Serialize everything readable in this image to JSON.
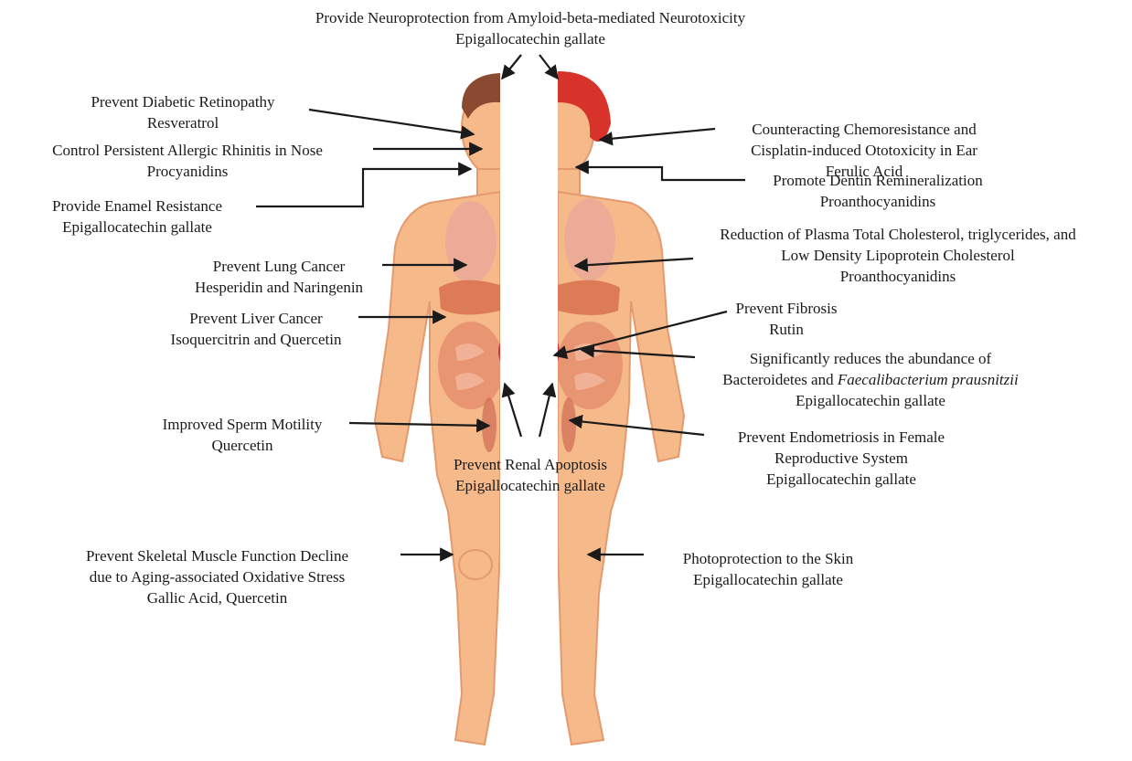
{
  "colors": {
    "skin": "#f5b98a",
    "skin_shade": "#e89a6a",
    "male_hair": "#8a4a32",
    "female_hair": "#d8332a",
    "organ_lung": "#e8a79a",
    "organ_gut": "#e58f6c",
    "kidney": "#d6323a",
    "arrow": "#1a1a1a"
  },
  "labels": {
    "neuro": {
      "effect": "Provide Neuroprotection from Amyloid-beta-mediated Neurotoxicity",
      "compound": "Epigallocatechin gallate"
    },
    "retinopathy": {
      "effect": "Prevent Diabetic Retinopathy",
      "compound": "Resveratrol"
    },
    "rhinitis": {
      "effect": "Control Persistent Allergic Rhinitis in Nose",
      "compound": "Procyanidins"
    },
    "enamel": {
      "effect": "Provide Enamel Resistance",
      "compound": "Epigallocatechin gallate"
    },
    "lung": {
      "effect": "Prevent Lung Cancer",
      "compound": "Hesperidin and Naringenin"
    },
    "liver": {
      "effect": "Prevent Liver Cancer",
      "compound": "Isoquercitrin and Quercetin"
    },
    "sperm": {
      "effect": "Improved Sperm Motility",
      "compound": "Quercetin"
    },
    "renal": {
      "effect": "Prevent Renal Apoptosis",
      "compound": "Epigallocatechin gallate"
    },
    "muscle": {
      "line1": "Prevent Skeletal Muscle Function Decline",
      "line2": "due to Aging-associated Oxidative Stress",
      "compound": "Gallic Acid, Quercetin"
    },
    "ear": {
      "line1": "Counteracting Chemoresistance and",
      "line2": "Cisplatin-induced Ototoxicity in Ear",
      "compound": "Ferulic Acid"
    },
    "dentin": {
      "effect": "Promote Dentin Remineralization",
      "compound": "Proanthocyanidins"
    },
    "cholesterol": {
      "line1": "Reduction of Plasma Total Cholesterol, triglycerides, and",
      "line2": "Low Density Lipoprotein Cholesterol",
      "compound": "Proanthocyanidins"
    },
    "fibrosis": {
      "effect": "Prevent Fibrosis",
      "compound": "Rutin"
    },
    "bacteroidetes": {
      "line1": "Significantly reduces the abundance of",
      "line2_plain": "Bacteroidetes and ",
      "line2_italic": "Faecalibacterium prausnitzii",
      "compound": "Epigallocatechin gallate"
    },
    "endometriosis": {
      "line1": "Prevent Endometriosis in Female",
      "line2": "Reproductive System",
      "compound": "Epigallocatechin gallate"
    },
    "skin": {
      "effect": "Photoprotection to the Skin",
      "compound": "Epigallocatechin gallate"
    }
  }
}
